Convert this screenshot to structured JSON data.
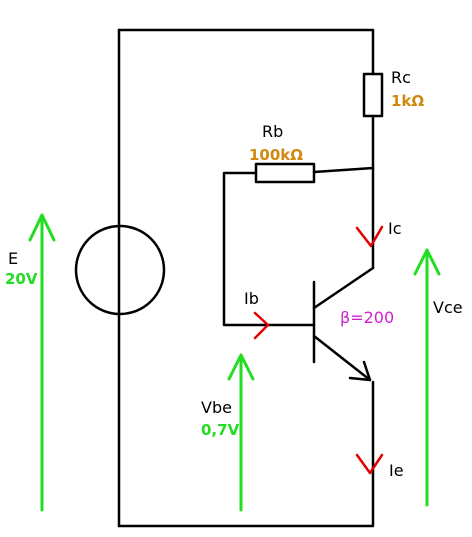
{
  "colors": {
    "wire": "#000000",
    "current_arrow": "#e00000",
    "voltage_arrow": "#22dd22",
    "resistor_value": "#d08a10",
    "voltage_value": "#22dd22",
    "beta": "#d020d0"
  },
  "labels": {
    "source_name": "E",
    "source_value": "20V",
    "rc_name": "Rc",
    "rc_value": "1kΩ",
    "rb_name": "Rb",
    "rb_value": "100kΩ",
    "ic": "Ic",
    "ib": "Ib",
    "ie": "Ie",
    "beta": "β=200",
    "vce": "Vce",
    "vbe_name": "Vbe",
    "vbe_value": "0,7V"
  }
}
